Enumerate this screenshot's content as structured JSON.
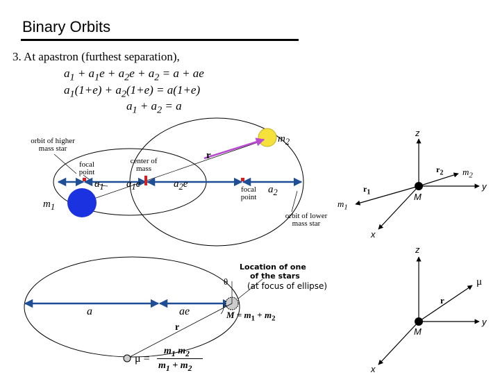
{
  "title": "Binary Orbits",
  "statement": {
    "line1": "3.  At apastron (furthest separation),",
    "eq1": "a1 + a1e + a2e + a2 = a + ae",
    "eq2": "a1(1+e) + a2(1+e) = a(1+e)",
    "eq3": "a1 + a2 = a"
  },
  "diagram_top": {
    "orbit_higher_label": [
      "orbit of higher",
      "mass star"
    ],
    "orbit_lower_label": [
      "orbit of lower",
      "mass star"
    ],
    "focal_point_left": [
      "focal",
      "point"
    ],
    "focal_point_right": [
      "focal",
      "point"
    ],
    "center_of_mass": [
      "center of",
      "mass"
    ],
    "r_label": "r",
    "m1": "m1",
    "m2": "m2",
    "a1": "a1",
    "a1e": "a1e",
    "a2e": "a2e",
    "a2": "a2"
  },
  "diagram_bottom": {
    "location_label": [
      "Location of one",
      "of the stars",
      "(at focus of ellipse)"
    ],
    "theta": "θ",
    "a": "a",
    "ae": "ae",
    "r": "r",
    "M_eq": "M = m1 + m2",
    "mu_sym": "μ =",
    "mu_num": "m1 m2",
    "mu_den": "m1 + m2"
  },
  "axes_top": {
    "z": "z",
    "y": "y",
    "x": "x",
    "r1": "r1",
    "r2": "r2",
    "m1": "m1",
    "m2": "m2",
    "M": "M"
  },
  "axes_bottom": {
    "z": "z",
    "y": "y",
    "x": "x",
    "r": "r",
    "mu": "μ",
    "M": "M"
  },
  "colors": {
    "star_blue": "#1a32e0",
    "arrow_blue": "#1e4f96",
    "focal_red": "#d42020",
    "vector_magenta": "#b94bd0",
    "star_yellow": "#f5e03c"
  }
}
